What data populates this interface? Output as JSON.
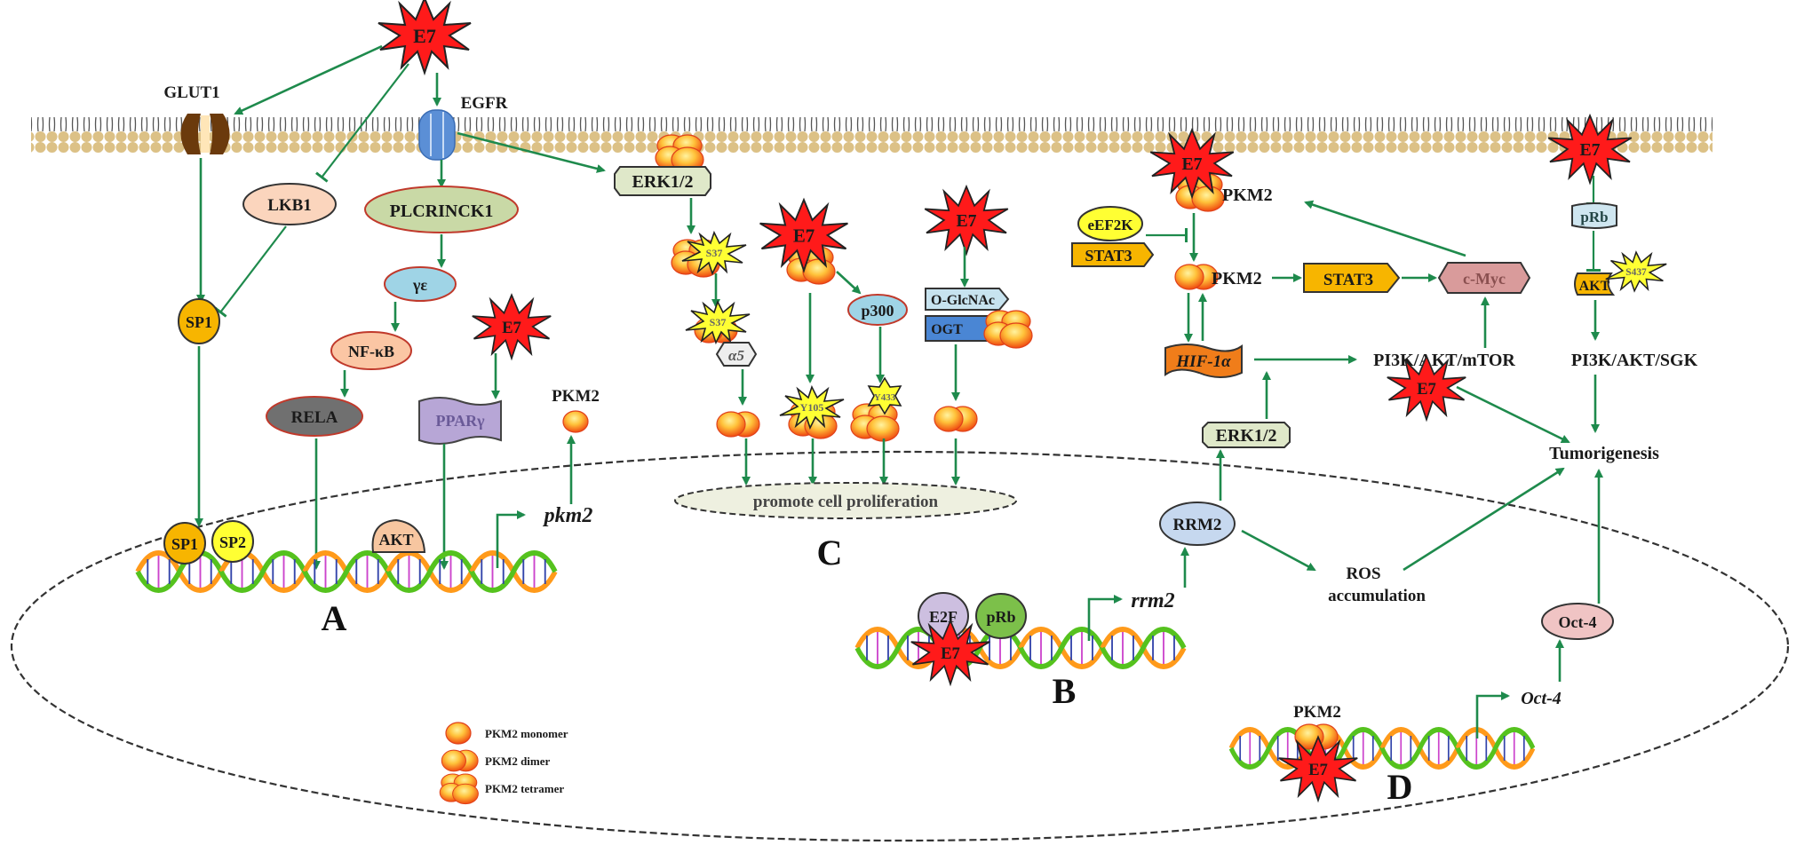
{
  "diagram": {
    "title": "E7 regulation of PKM2 and tumorigenesis pathways",
    "colors": {
      "arrow": "#1e8a4c",
      "e7": "#ff1a1a",
      "membrane": "#e3c98f",
      "pkm2_light": "#ffd84a",
      "pkm2_dark": "#f05a14",
      "phospho": "#ffff33"
    },
    "membrane": {
      "glut1": "GLUT1",
      "egfr": "EGFR"
    },
    "e7_label": "E7",
    "panel_labels": {
      "a": "A",
      "b": "B",
      "c": "C",
      "d": "D"
    },
    "panel_a": {
      "lkb1": "LKB1",
      "plcrinck1": "PLCRINCK1",
      "gamma_epsilon": "γε",
      "sp1": "SP1",
      "nfkb": "NF-κB",
      "rela": "RELA",
      "ppar_gamma": "PPARγ",
      "pkm2": "PKM2",
      "dna_sp1": "SP1",
      "dna_sp2": "SP2",
      "dna_akt": "AKT",
      "gene": "pkm2"
    },
    "panel_c": {
      "erk12": "ERK1/2",
      "s37_a": "S37",
      "s37_b": "S37",
      "alpha5": "α5",
      "p300": "p300",
      "y105": "Y105",
      "y433": "Y433",
      "o_glcnac": "O-GlcNAc",
      "ogt": "OGT",
      "outcome": "promote cell proliferation"
    },
    "panel_right": {
      "pkm2_tetramer": "PKM2",
      "eef2k": "eEF2K",
      "stat3_left": "STAT3",
      "pkm2_dimer": "PKM2",
      "stat3": "STAT3",
      "cmyc": "c-Myc",
      "hif1a": "HIF-1α",
      "pi3k_mtor": "PI3K/AKT/mTOR",
      "erk12": "ERK1/2",
      "prb": "pRb",
      "akt": "AKT",
      "s437": "S437",
      "pi3k_sgk": "PI3K/AKT/SGK",
      "tumorigenesis": "Tumorigenesis"
    },
    "panel_b": {
      "e2f": "E2F",
      "prb": "pRb",
      "gene": "rrm2",
      "rrm2": "RRM2",
      "ros_line1": "ROS",
      "ros_line2": "accumulation"
    },
    "panel_d": {
      "pkm2": "PKM2",
      "gene": "Oct-4",
      "oct4": "Oct-4"
    },
    "legend": [
      {
        "symbol": "monomer",
        "label": "PKM2 monomer"
      },
      {
        "symbol": "dimer",
        "label": "PKM2 dimer"
      },
      {
        "symbol": "tetramer",
        "label": "PKM2 tetramer"
      }
    ]
  }
}
